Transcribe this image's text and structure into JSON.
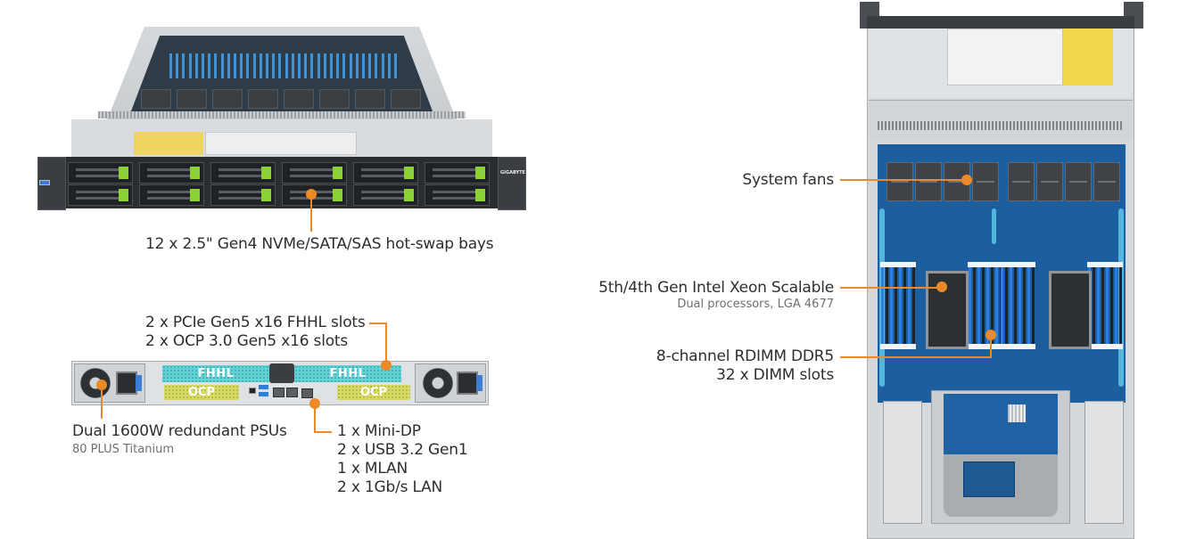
{
  "diagram": {
    "product": "GIGABYTE 1U dual-socket rack server",
    "accent_color": "#ec8a2a",
    "views": {
      "front": {
        "brand_badge": "GIGABYTE",
        "drive_bays_count": 12,
        "callouts": [
          {
            "id": "drive-bays",
            "text": "12 x 2.5\" Gen4 NVMe/SATA/SAS hot-swap bays"
          }
        ]
      },
      "rear": {
        "slot_labels": {
          "fhhl": "FHHL",
          "ocp": "OCP"
        },
        "callouts": [
          {
            "id": "expansion-slots",
            "lines": [
              "2 x PCIe Gen5 x16 FHHL slots",
              "2 x OCP 3.0 Gen5 x16 slots"
            ]
          },
          {
            "id": "psus",
            "text": "Dual 1600W redundant PSUs",
            "subtext": "80 PLUS Titanium"
          },
          {
            "id": "rear-io",
            "lines": [
              "1 x Mini-DP",
              "2 x USB 3.2 Gen1",
              "1 x MLAN",
              "2 x 1Gb/s LAN"
            ]
          }
        ]
      },
      "top": {
        "fan_count": 8,
        "callouts": [
          {
            "id": "fans",
            "text": "System fans"
          },
          {
            "id": "processors",
            "text": "5th/4th Gen Intel Xeon Scalable",
            "subtext": "Dual processors, LGA 4677"
          },
          {
            "id": "memory",
            "lines": [
              "8-channel RDIMM DDR5",
              "32 x DIMM slots"
            ]
          }
        ]
      }
    }
  }
}
